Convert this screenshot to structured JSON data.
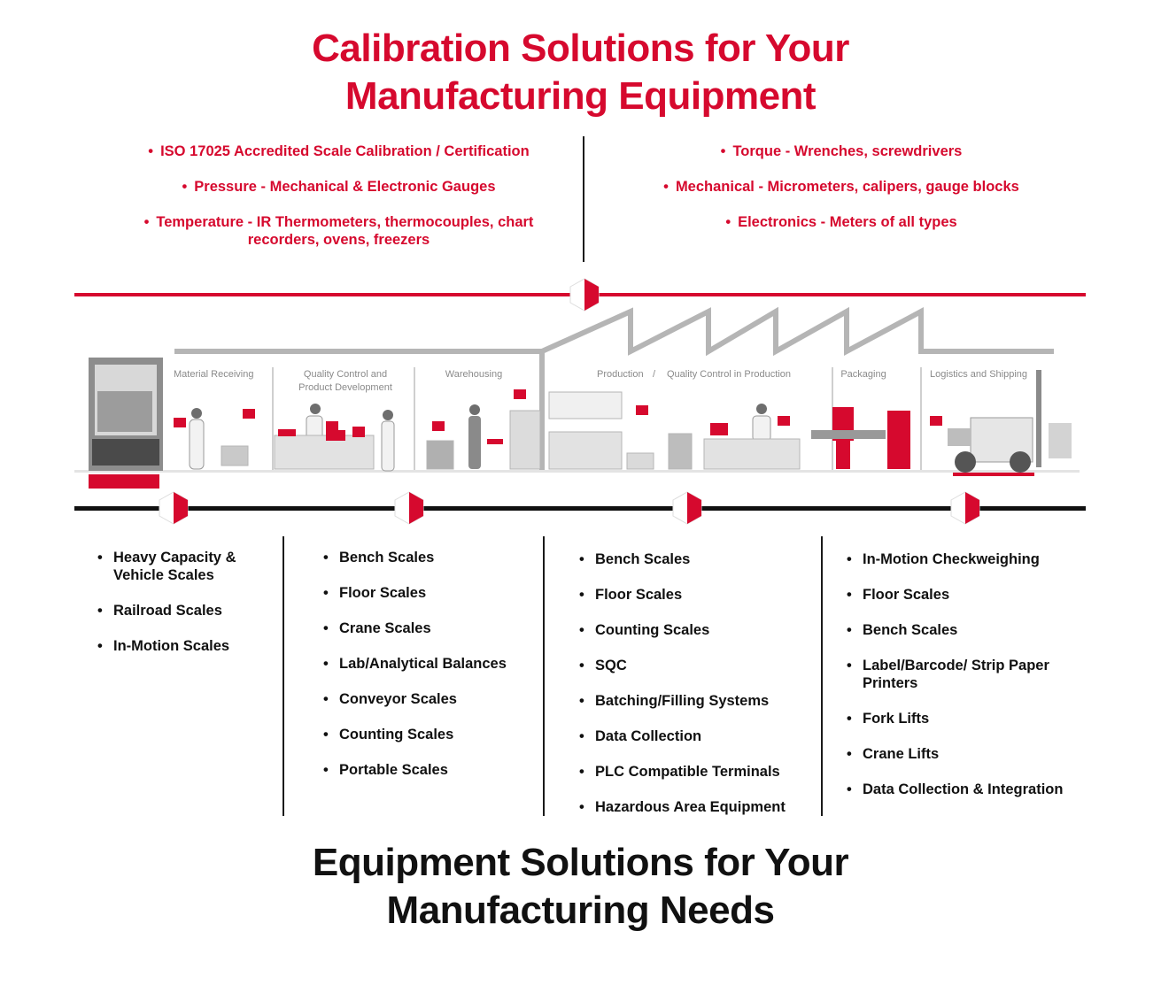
{
  "header": {
    "title_line1": "Calibration Solutions for Your",
    "title_line2": "Manufacturing Equipment"
  },
  "calibration": {
    "left": [
      "ISO 17025 Accredited Scale Calibration / Certification",
      "Pressure - Mechanical & Electronic Gauges",
      "Temperature - IR Thermometers, thermocouples, chart recorders, ovens, freezers"
    ],
    "right": [
      "Torque - Wrenches, screwdrivers",
      "Mechanical - Micrometers, calipers, gauge blocks",
      "Electronics - Meters of all types"
    ]
  },
  "stages": {
    "material_receiving": "Material Receiving",
    "qc_line1": "Quality Control and",
    "qc_line2": "Product Development",
    "warehousing": "Warehousing",
    "production": "Production",
    "separator": "/",
    "qc_production": "Quality Control in Production",
    "packaging": "Packaging",
    "logistics": "Logistics and Shipping"
  },
  "equipment": {
    "col1": [
      "Heavy Capacity & Vehicle Scales",
      "Railroad Scales",
      "In-Motion Scales"
    ],
    "col2": [
      "Bench Scales",
      "Floor Scales",
      "Crane Scales",
      "Lab/Analytical Balances",
      "Conveyor Scales",
      "Counting Scales",
      "Portable Scales"
    ],
    "col3": [
      "Bench Scales",
      "Floor Scales",
      "Counting Scales",
      "SQC",
      "Batching/Filling Systems",
      "Data Collection",
      "PLC Compatible Terminals",
      "Hazardous Area Equipment"
    ],
    "col4": [
      "In-Motion Checkweighing",
      "Floor Scales",
      "Bench Scales",
      "Label/Barcode/ Strip Paper Printers",
      "Fork Lifts",
      "Crane Lifts",
      "Data Collection & Integration"
    ]
  },
  "footer": {
    "title_line1": "Equipment Solutions for Your",
    "title_line2": "Manufacturing Needs"
  },
  "colors": {
    "accent": "#d6092e",
    "dark": "#111111",
    "gray": "#b5b5b5"
  }
}
